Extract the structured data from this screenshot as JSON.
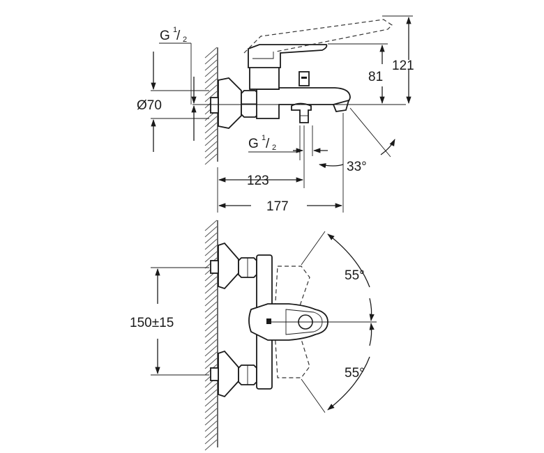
{
  "side_view": {
    "g_top": {
      "main": "G",
      "num": "1",
      "den": "2"
    },
    "g_bottom": {
      "main": "G",
      "num": "1",
      "den": "2"
    },
    "dim_diameter": "Ø70",
    "dim_121": "121",
    "dim_81": "81",
    "dim_123": "123",
    "dim_177": "177",
    "dim_angle": "33°"
  },
  "front_view": {
    "dim_150": "150±15",
    "angle_top": "55°",
    "angle_bottom": "55°"
  }
}
